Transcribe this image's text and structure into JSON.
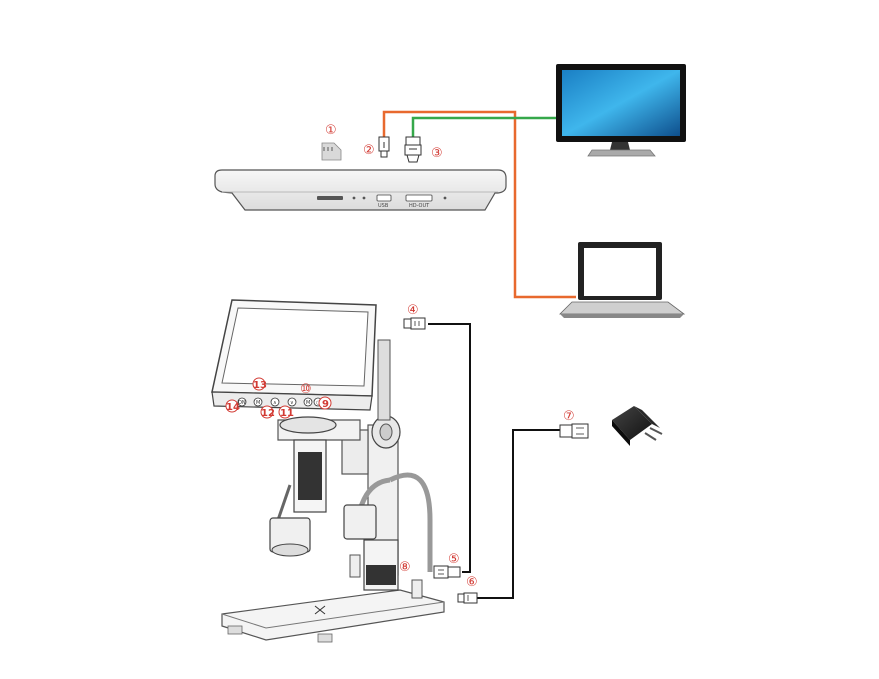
{
  "callouts": {
    "c1": "①",
    "c2": "②",
    "c3": "③",
    "c4": "④",
    "c5": "⑤",
    "c6": "⑥",
    "c7": "⑦",
    "c8": "⑧",
    "c9": "9",
    "c10": "⑩",
    "c11": "11",
    "c12": "12",
    "c13": "13",
    "c14": "14"
  },
  "ports": {
    "usb": "USB",
    "hdout": "HD-OUT"
  },
  "buttons": {
    "b1": "ON",
    "b2": "M",
    "b3": "∧",
    "b4": "∨",
    "b5": "M",
    "b6": "○"
  },
  "colors": {
    "orange": "#e8692e",
    "green": "#35a84a",
    "black": "#111111",
    "red": "#d23a33"
  },
  "icons": [
    "sd-card-icon",
    "monitor-icon",
    "laptop-icon",
    "power-adapter-icon",
    "microscope-icon"
  ]
}
